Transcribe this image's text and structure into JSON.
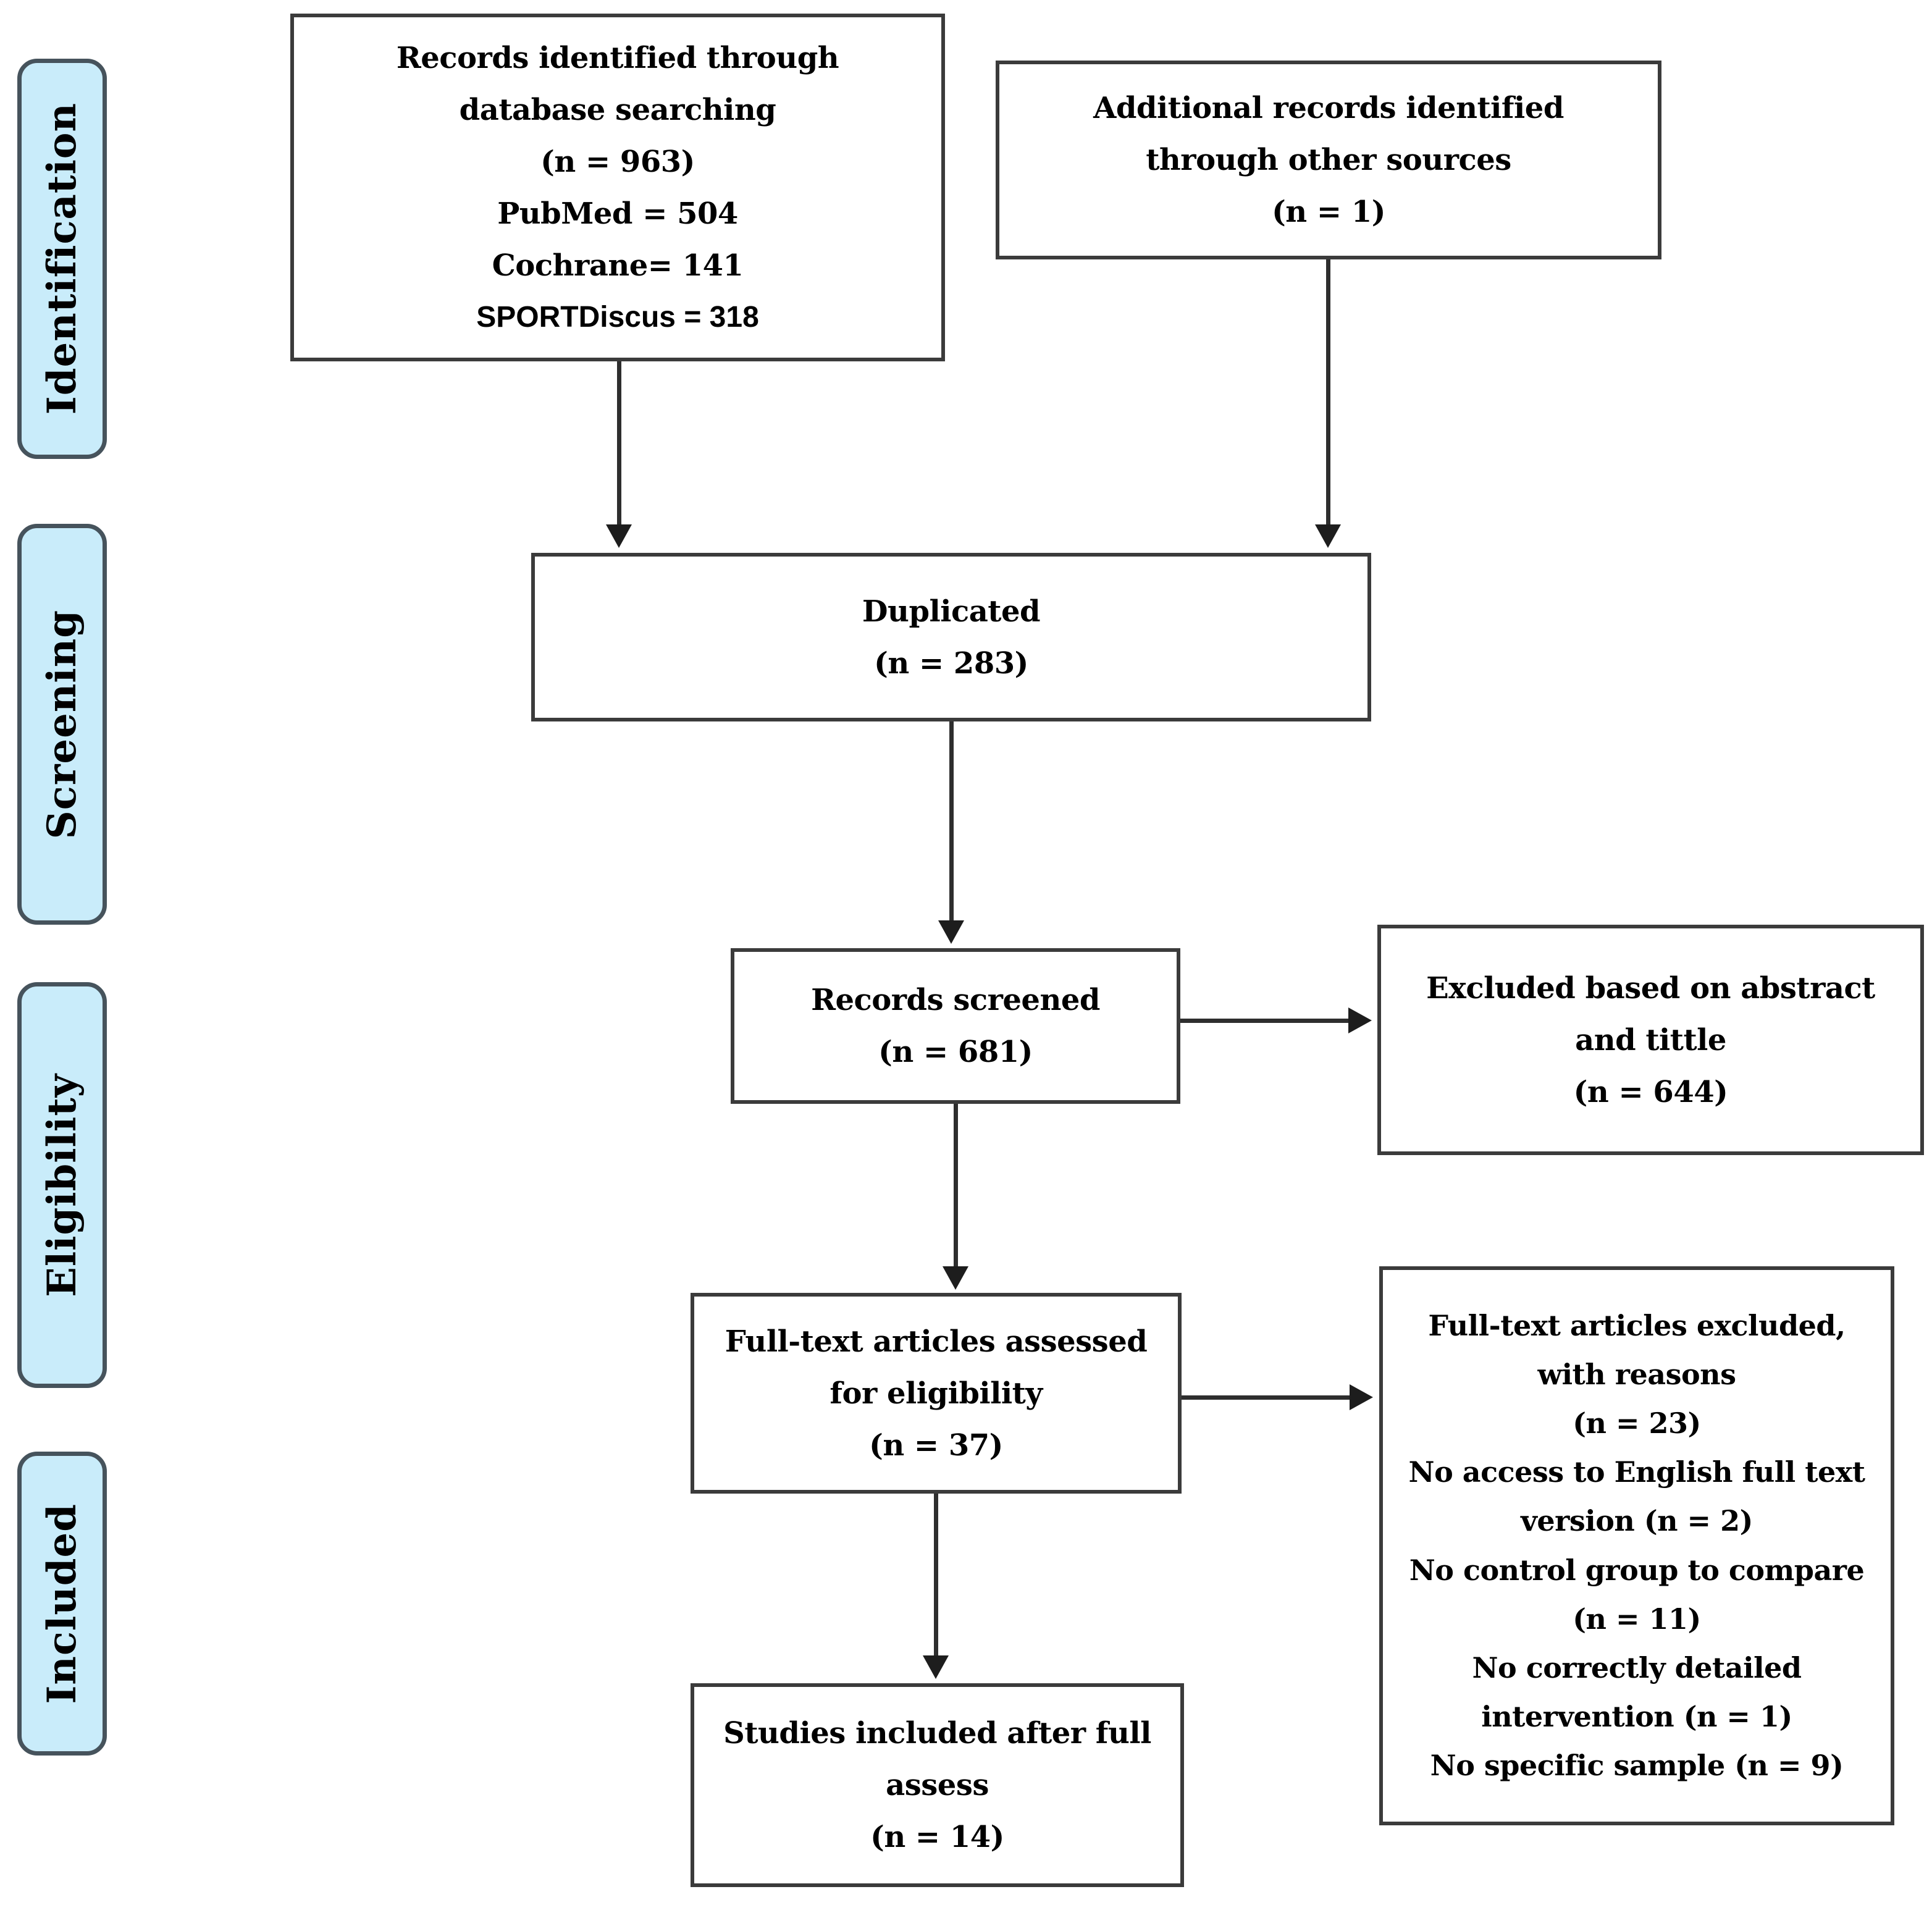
{
  "colors": {
    "pill_fill": "#c9ecfa",
    "pill_border": "#46535c",
    "box_border": "#3b3b3b",
    "arrow": "#2e2e2e",
    "text": "#000000"
  },
  "sidebar": {
    "labels": [
      {
        "label": "Identification"
      },
      {
        "label": "Screening"
      },
      {
        "label": "Eligibility"
      },
      {
        "label": "Included"
      }
    ]
  },
  "boxes": {
    "records_identified": {
      "lines": [
        "Records identified through",
        "database searching",
        "(n = 963)",
        "PubMed = 504",
        "Cochrane= 141",
        "SPORTDiscus = 318"
      ]
    },
    "additional_records": {
      "lines": [
        "Additional records identified",
        "through other sources",
        "(n = 1)"
      ]
    },
    "duplicated": {
      "lines": [
        "Duplicated",
        "(n = 283)"
      ]
    },
    "records_screened": {
      "lines": [
        "Records screened",
        "(n = 681)"
      ]
    },
    "excluded_abstract": {
      "lines": [
        "Excluded based on abstract",
        "and tittle",
        "(n = 644)"
      ]
    },
    "fulltext_assessed": {
      "lines": [
        "Full-text articles assessed",
        "for eligibility",
        "(n = 37)"
      ]
    },
    "fulltext_excluded": {
      "lines": [
        "Full-text articles excluded,",
        "with reasons",
        "(n = 23)",
        "No access to English full text",
        "version (n = 2)",
        "No control group to compare",
        "(n = 11)",
        "No correctly detailed",
        "intervention (n = 1)",
        "No specific sample (n = 9)"
      ]
    },
    "studies_included": {
      "lines": [
        "Studies included after full",
        "assess",
        "(n = 14)"
      ]
    }
  }
}
